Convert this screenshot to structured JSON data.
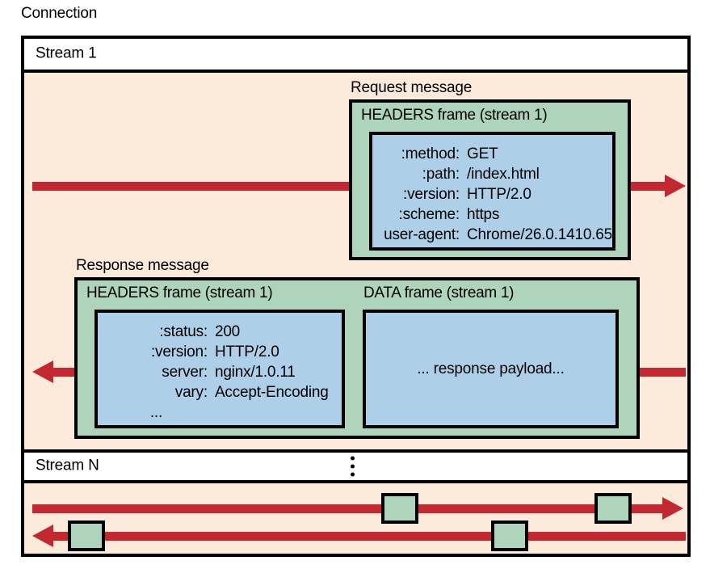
{
  "diagram": {
    "connection_label": "Connection",
    "streams": [
      {
        "name": "stream-1",
        "label": "Stream 1"
      },
      {
        "name": "stream-n",
        "label": "Stream N"
      }
    ],
    "request_message": {
      "label": "Request message",
      "frame_title": "HEADERS frame (stream 1)",
      "headers": [
        {
          "name": ":method:",
          "value": "GET"
        },
        {
          "name": ":path:",
          "value": "/index.html"
        },
        {
          "name": ":version:",
          "value": "HTTP/2.0"
        },
        {
          "name": ":scheme:",
          "value": "https"
        },
        {
          "name": "user-agent:",
          "value": "Chrome/26.0.1410.65"
        }
      ]
    },
    "response_message": {
      "label": "Response message",
      "headers_frame_title": "HEADERS frame (stream 1)",
      "headers": [
        {
          "name": ":status:",
          "value": "200"
        },
        {
          "name": ":version:",
          "value": "HTTP/2.0"
        },
        {
          "name": "server:",
          "value": "nginx/1.0.11"
        },
        {
          "name": "vary:",
          "value": "Accept-Encoding"
        },
        {
          "name": "...",
          "value": ""
        }
      ],
      "data_frame_title": "DATA frame (stream 1)",
      "data_payload_text": "... response payload..."
    },
    "stream_n": {
      "ellipsis_dots": 3,
      "outbound_arrow_direction": "right",
      "inbound_arrow_direction": "left",
      "frame_block_count": 4
    },
    "colors": {
      "connection_background": "#fceadb",
      "frame_green": "#aed4bb",
      "payload_blue": "#aecfe8",
      "arrow_red": "#c3272f",
      "border_black": "#000000",
      "band_white": "#ffffff"
    }
  }
}
